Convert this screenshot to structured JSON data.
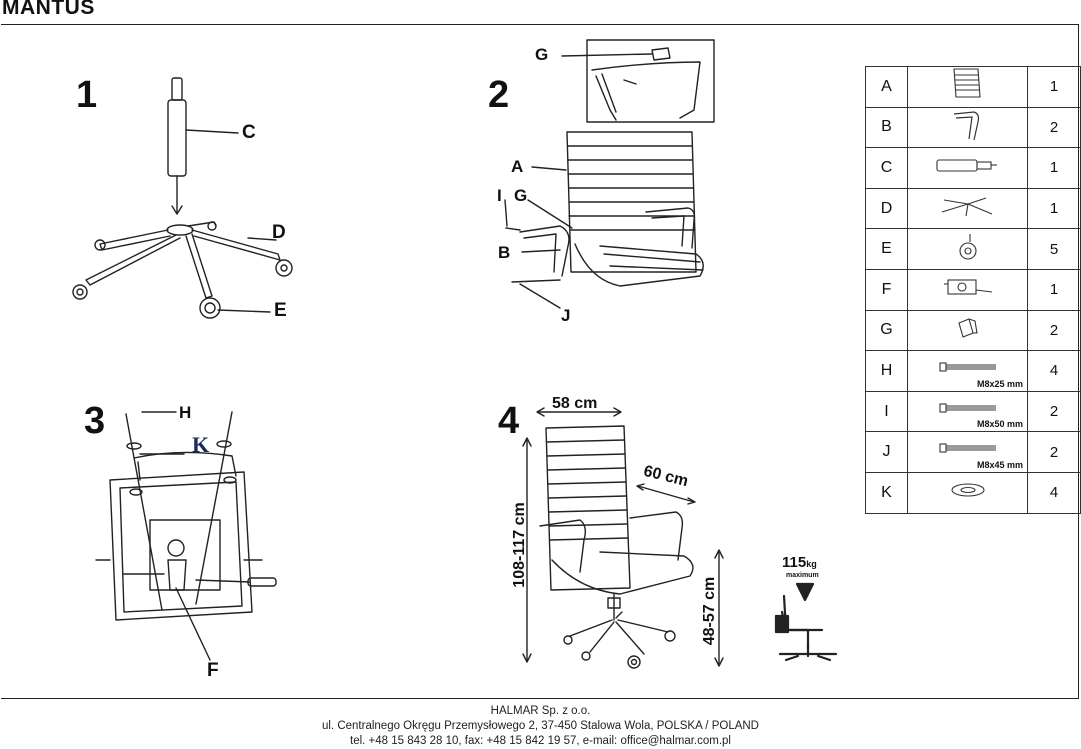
{
  "title": "MANTUS",
  "steps": [
    "1",
    "2",
    "3",
    "4"
  ],
  "labels": {
    "a": "A",
    "b": "B",
    "c": "C",
    "d": "D",
    "e": "E",
    "f": "F",
    "g1": "G",
    "g2": "G",
    "h": "H",
    "i": "I",
    "j": "J",
    "k": "K"
  },
  "dimensions": {
    "width": "58 cm",
    "depth": "60 cm",
    "height": "108-117 cm",
    "seat_height": "48-57 cm"
  },
  "max_load": {
    "value": "115",
    "unit": "kg",
    "caption": "maximum"
  },
  "parts": [
    {
      "letter": "A",
      "icon": "backrest-icon",
      "qty": "1"
    },
    {
      "letter": "B",
      "icon": "armrest-icon",
      "qty": "2"
    },
    {
      "letter": "C",
      "icon": "gas-lift-icon",
      "qty": "1"
    },
    {
      "letter": "D",
      "icon": "star-base-icon",
      "qty": "1"
    },
    {
      "letter": "E",
      "icon": "caster-wheel-icon",
      "qty": "5"
    },
    {
      "letter": "F",
      "icon": "tilt-mechanism-icon",
      "qty": "1"
    },
    {
      "letter": "G",
      "icon": "cap-icon",
      "qty": "2"
    },
    {
      "letter": "H",
      "icon": "bolt-icon",
      "size": "M8x25 mm",
      "qty": "4"
    },
    {
      "letter": "I",
      "icon": "bolt-icon",
      "size": "M8x50 mm",
      "qty": "2"
    },
    {
      "letter": "J",
      "icon": "bolt-icon",
      "size": "M8x45 mm",
      "qty": "2"
    },
    {
      "letter": "K",
      "icon": "washer-icon",
      "qty": "4"
    }
  ],
  "footer": {
    "company": "HALMAR Sp. z o.o.",
    "address": "ul. Centralnego Okręgu Przemysłowego 2, 37-450 Stalowa Wola, POLSKA / POLAND",
    "contact": "tel. +48 15 843 28 10, fax: +48 15 842 19 57, e-mail: office@halmar.com.pl"
  }
}
